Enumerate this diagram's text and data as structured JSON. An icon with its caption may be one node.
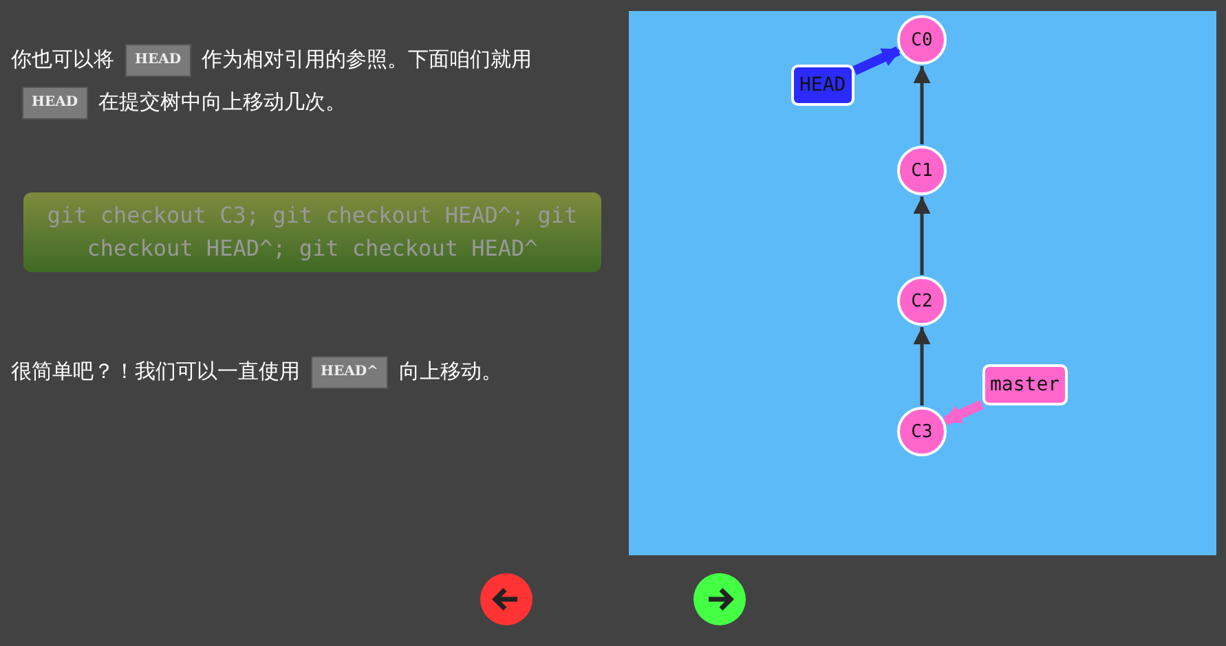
{
  "diagram": {
    "nodes": [
      {
        "text": [
          "C0"
        ]
      },
      {
        "text": [
          "HEAD"
        ]
      },
      {
        "text": [
          "C1"
        ]
      },
      {
        "text": [
          "C2"
        ]
      },
      {
        "text": [
          "master"
        ]
      },
      {
        "text": [
          "C3"
        ]
      }
    ],
    "edges": [
      {
        "from": 1,
        "to": 0,
        "arrow": "to",
        "style": "thick",
        "color": "#2b2bff"
      },
      {
        "from": 2,
        "to": 0,
        "arrow": "to"
      },
      {
        "from": 3,
        "to": 2,
        "arrow": "to"
      },
      {
        "from": 5,
        "to": 3,
        "arrow": "to"
      },
      {
        "from": 4,
        "to": 5,
        "arrow": "to",
        "style": "thick",
        "color": "#ff66cc"
      }
    ],
    "labels": [
      "你也可以将",
      "HEAD",
      "作为相对引用的参照。下面咱们就用",
      "HEAD",
      "在提交树中向上移动几次。",
      "git checkout C3; git checkout HEAD^; git checkout HEAD^; git checkout HEAD^",
      "很简单吧？！我们可以一直使用",
      "HEAD^",
      "向上移动。"
    ]
  }
}
